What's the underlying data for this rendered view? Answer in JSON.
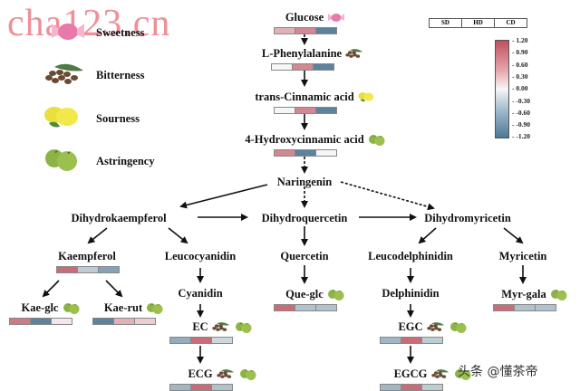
{
  "watermarks": {
    "top_left": "cha123.cn",
    "bottom_right": "头条 @懂茶帝"
  },
  "legend": [
    {
      "label": "Sweetness",
      "icon": "candy-icon"
    },
    {
      "label": "Bitterness",
      "icon": "coffee-beans-icon"
    },
    {
      "label": "Sourness",
      "icon": "lemon-icon"
    },
    {
      "label": "Astringency",
      "icon": "persimmon-icon"
    }
  ],
  "heatmap_header": [
    "SD",
    "HD",
    "CD"
  ],
  "colorbar": {
    "ticks": [
      "1.20",
      "0.90",
      "0.60",
      "0.30",
      "0.00",
      "-0.30",
      "-0.60",
      "-0.90",
      "-1.20"
    ],
    "range": [
      -1.2,
      1.2
    ],
    "colors": {
      "high": "#c0505f",
      "mid": "#f6f6f6",
      "low": "#4d7896"
    }
  },
  "nodes": {
    "glucose": {
      "label": "Glucose",
      "taste": [
        "sweetness"
      ],
      "values": [
        0.5,
        0.8,
        -1.1
      ]
    },
    "phenylalanine": {
      "label": "L-Phenylalanine",
      "taste": [
        "bitterness"
      ],
      "values": [
        0.0,
        0.8,
        -1.1
      ]
    },
    "cinnamic": {
      "label": "trans-Cinnamic acid",
      "taste": [
        "sourness"
      ],
      "values": [
        0.0,
        0.8,
        -1.1
      ]
    },
    "hydroxycinnamic": {
      "label": "4-Hydroxycinnamic acid",
      "taste": [
        "astringency"
      ],
      "values": [
        0.8,
        -1.1,
        0.0
      ]
    },
    "naringenin": {
      "label": "Naringenin"
    },
    "dihydrokaempferol": {
      "label": "Dihydrokaempferol"
    },
    "dihydroquercetin": {
      "label": "Dihydroquercetin"
    },
    "dihydromyricetin": {
      "label": "Dihydromyricetin"
    },
    "kaempferol": {
      "label": "Kaempferol",
      "values": [
        1.0,
        -0.4,
        -0.8
      ]
    },
    "leucocyanidin": {
      "label": "Leucocyanidin"
    },
    "quercetin": {
      "label": "Quercetin"
    },
    "leucodelphinidin": {
      "label": "Leucodelphinidin"
    },
    "myricetin": {
      "label": "Myricetin"
    },
    "kaeglc": {
      "label": "Kae-glc",
      "taste": [
        "astringency"
      ],
      "values": [
        0.9,
        -1.1,
        0.1
      ]
    },
    "kaerut": {
      "label": "Kae-rut",
      "taste": [
        "astringency"
      ],
      "values": [
        -1.1,
        0.5,
        0.3
      ]
    },
    "cyanidin": {
      "label": "Cyanidin"
    },
    "queglc": {
      "label": "Que-glc",
      "taste": [
        "astringency"
      ],
      "values": [
        1.0,
        -0.5,
        -0.5
      ]
    },
    "delphinidin": {
      "label": "Delphinidin"
    },
    "myrgala": {
      "label": "Myr-gala",
      "taste": [
        "astringency"
      ],
      "values": [
        1.0,
        -0.5,
        -0.5
      ]
    },
    "ec": {
      "label": "EC",
      "taste": [
        "bitterness",
        "astringency"
      ],
      "values": [
        -0.7,
        1.0,
        -0.3
      ]
    },
    "ecg": {
      "label": "ECG",
      "taste": [
        "bitterness",
        "astringency"
      ],
      "values": [
        -0.6,
        1.0,
        -0.5
      ]
    },
    "egc": {
      "label": "EGC",
      "taste": [
        "bitterness",
        "astringency"
      ],
      "values": [
        -0.6,
        1.0,
        -0.4
      ]
    },
    "egcg": {
      "label": "EGCG",
      "taste": [
        "bitterness",
        "astringency"
      ],
      "values": [
        -0.6,
        1.0,
        -0.4
      ]
    }
  },
  "edges": [
    {
      "from": "glucose",
      "to": "phenylalanine",
      "style": "dashed"
    },
    {
      "from": "phenylalanine",
      "to": "cinnamic",
      "style": "solid"
    },
    {
      "from": "cinnamic",
      "to": "hydroxycinnamic",
      "style": "solid"
    },
    {
      "from": "hydroxycinnamic",
      "to": "naringenin",
      "style": "dashed"
    },
    {
      "from": "naringenin",
      "to": "dihydrokaempferol",
      "style": "solid"
    },
    {
      "from": "naringenin",
      "to": "dihydroquercetin",
      "style": "dashed"
    },
    {
      "from": "naringenin",
      "to": "dihydromyricetin",
      "style": "dashed"
    },
    {
      "from": "dihydrokaempferol",
      "to": "dihydroquercetin",
      "style": "solid"
    },
    {
      "from": "dihydroquercetin",
      "to": "dihydromyricetin",
      "style": "solid"
    },
    {
      "from": "dihydrokaempferol",
      "to": "kaempferol",
      "style": "solid"
    },
    {
      "from": "dihydrokaempferol",
      "to": "leucocyanidin",
      "style": "solid"
    },
    {
      "from": "dihydroquercetin",
      "to": "quercetin",
      "style": "solid"
    },
    {
      "from": "dihydromyricetin",
      "to": "leucodelphinidin",
      "style": "solid"
    },
    {
      "from": "dihydromyricetin",
      "to": "myricetin",
      "style": "solid"
    },
    {
      "from": "kaempferol",
      "to": "kaeglc",
      "style": "solid"
    },
    {
      "from": "kaempferol",
      "to": "kaerut",
      "style": "solid"
    },
    {
      "from": "leucocyanidin",
      "to": "cyanidin",
      "style": "solid"
    },
    {
      "from": "quercetin",
      "to": "queglc",
      "style": "solid"
    },
    {
      "from": "leucodelphinidin",
      "to": "delphinidin",
      "style": "solid"
    },
    {
      "from": "myricetin",
      "to": "myrgala",
      "style": "solid"
    },
    {
      "from": "cyanidin",
      "to": "ec",
      "style": "solid"
    },
    {
      "from": "ec",
      "to": "ecg",
      "style": "solid"
    },
    {
      "from": "delphinidin",
      "to": "egc",
      "style": "solid"
    },
    {
      "from": "egc",
      "to": "egcg",
      "style": "solid"
    }
  ]
}
